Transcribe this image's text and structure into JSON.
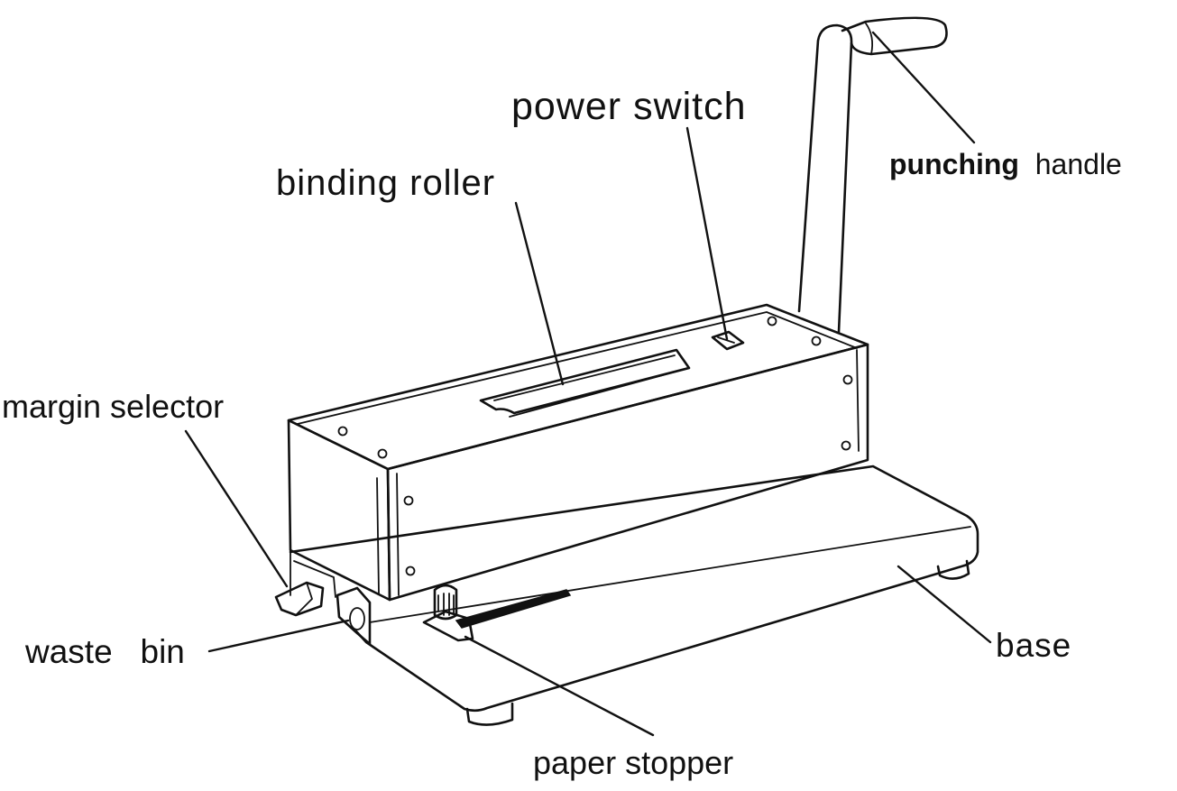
{
  "labels": {
    "power_switch": "power  switch",
    "binding_roller": "binding  roller",
    "punching_bold": "punching",
    "handle": "handle",
    "margin_selector": "margin selector",
    "waste_bin": "waste   bin",
    "base": "base",
    "paper_stopper": "paper stopper"
  }
}
